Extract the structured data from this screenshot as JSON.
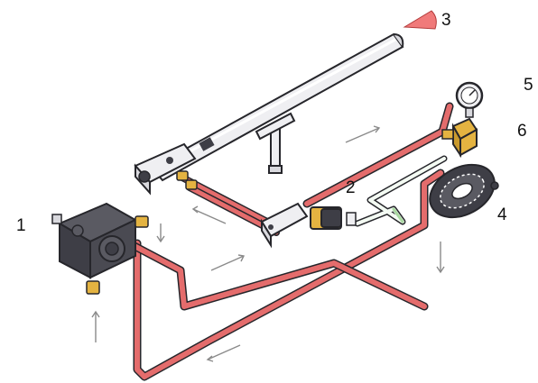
{
  "callouts": {
    "n1": "1",
    "n2": "2",
    "n3": "3",
    "n4": "4",
    "n5": "5",
    "n6": "6"
  },
  "colors": {
    "fuel_line": "#e46c6c",
    "fuel_line_dark": "#b23a3a",
    "brass": "#e4b341",
    "body_dark": "#3e3e46",
    "metal_light": "#efeff2",
    "outline": "#26262b",
    "nozzle_spray": "#f07a7a",
    "return_line": "#a8d8a0",
    "arrow": "#8a8a8a"
  }
}
